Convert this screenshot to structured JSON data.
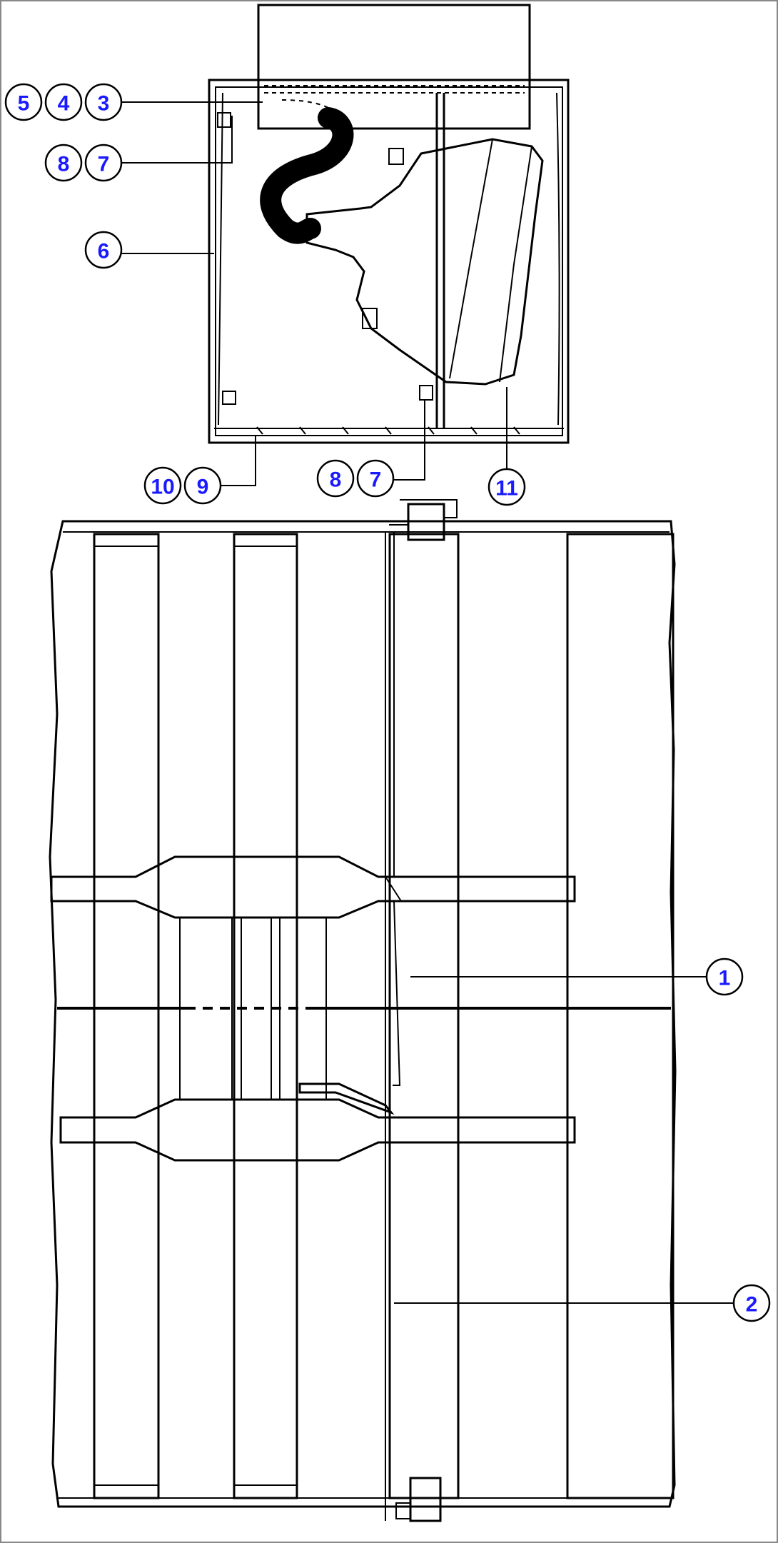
{
  "callouts": {
    "c1": "1",
    "c2": "2",
    "c3": "3",
    "c4": "4",
    "c5": "5",
    "c6": "6",
    "c7a": "7",
    "c7b": "7",
    "c8a": "8",
    "c8b": "8",
    "c9": "9",
    "c10": "10",
    "c11": "11"
  },
  "colors": {
    "callout_text": "#1a1aff",
    "line": "#000000",
    "background": "#ffffff"
  }
}
